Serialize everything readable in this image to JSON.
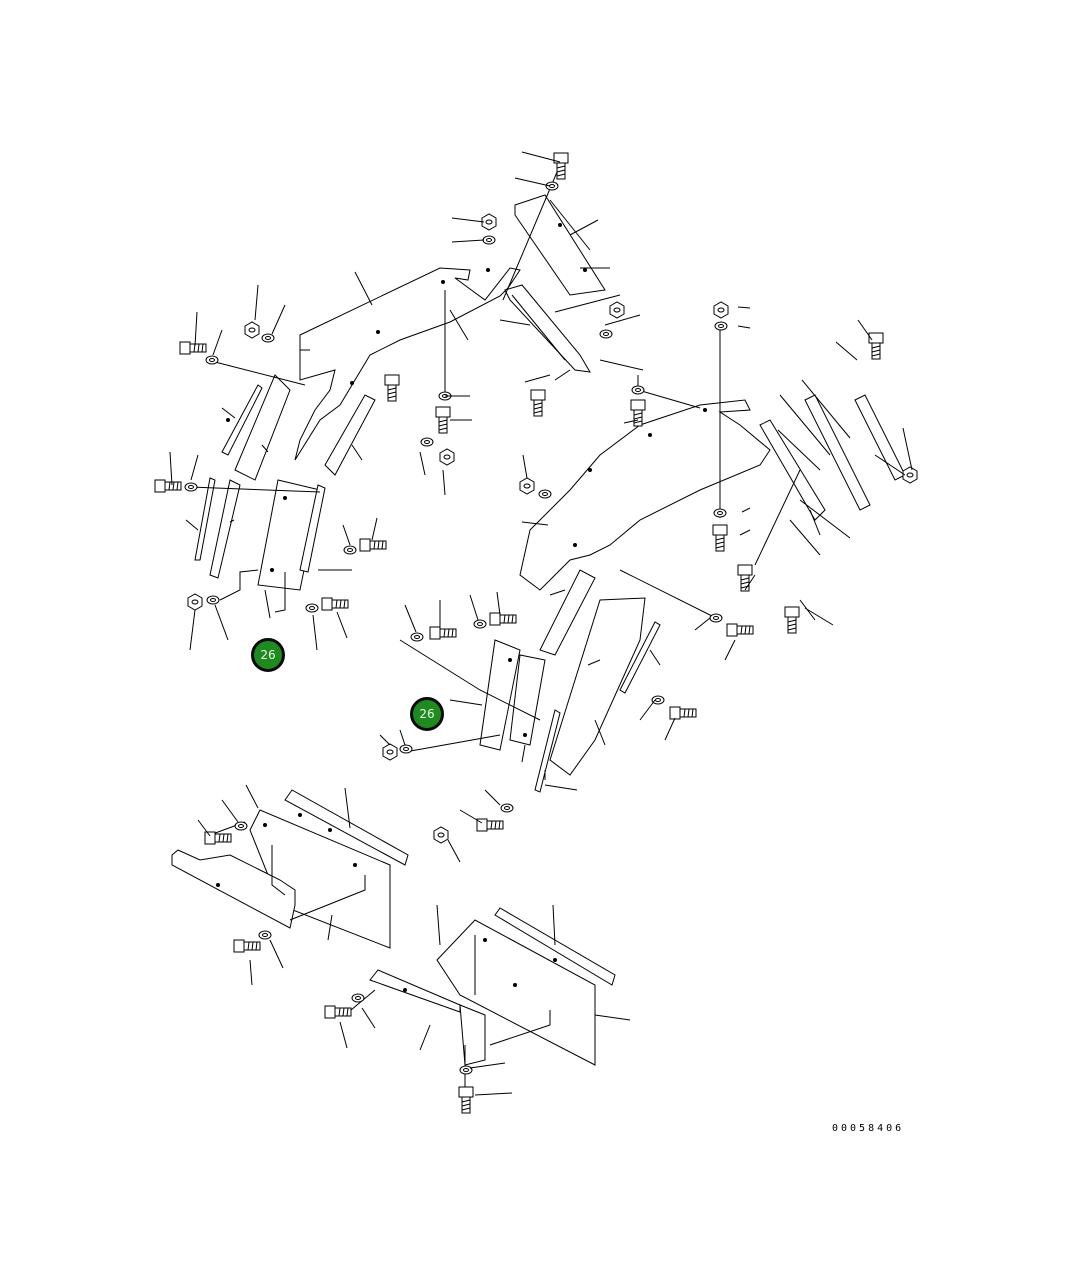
{
  "diagram": {
    "callouts": [
      {
        "id": "callout-26-left",
        "label": "26"
      },
      {
        "id": "callout-26-center",
        "label": "26"
      }
    ],
    "drawing_number": "00058406"
  },
  "colors": {
    "callout_fill": "#1f8a1f",
    "callout_border": "#0a0a0a",
    "line": "#000000",
    "background": "#ffffff"
  }
}
